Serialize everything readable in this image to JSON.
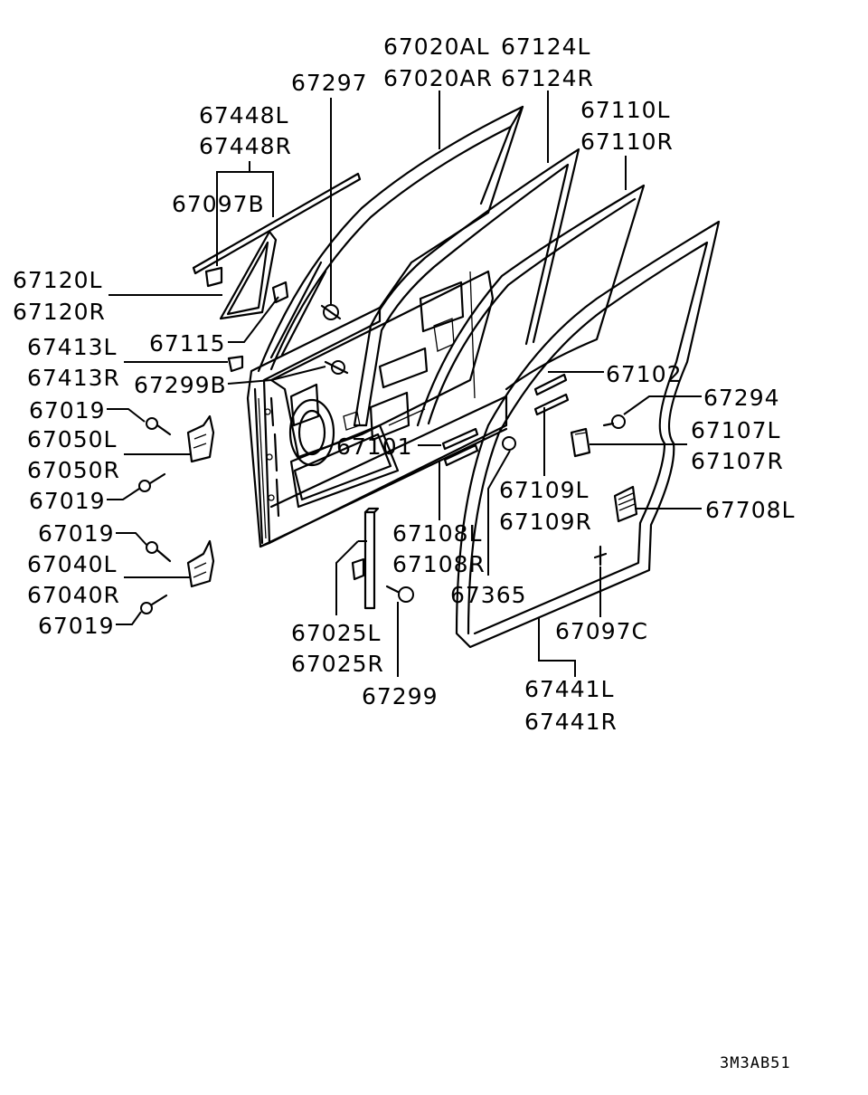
{
  "diagram_code": "3M3AB51",
  "labels": {
    "p67020AL": "67020AL",
    "p67020AR": "67020AR",
    "p67124L": "67124L",
    "p67124R": "67124R",
    "p67297": "67297",
    "p67110L": "67110L",
    "p67110R": "67110R",
    "p67448L": "67448L",
    "p67448R": "67448R",
    "p67097B": "67097B",
    "p67120L": "67120L",
    "p67120R": "67120R",
    "p67115": "67115",
    "p67413L": "67413L",
    "p67413R": "67413R",
    "p67299B": "67299B",
    "p67102": "67102",
    "p67294": "67294",
    "p67107L": "67107L",
    "p67107R": "67107R",
    "p67019a": "67019",
    "p67050L": "67050L",
    "p67050R": "67050R",
    "p67019b": "67019",
    "p67101": "67101",
    "p67109L": "67109L",
    "p67109R": "67109R",
    "p67708L": "67708L",
    "p67019c": "67019",
    "p67040L": "67040L",
    "p67040R": "67040R",
    "p67019d": "67019",
    "p67108L": "67108L",
    "p67108R": "67108R",
    "p67365": "67365",
    "p67097C": "67097C",
    "p67025L": "67025L",
    "p67025R": "67025R",
    "p67299": "67299",
    "p67441L": "67441L",
    "p67441R": "67441R"
  }
}
